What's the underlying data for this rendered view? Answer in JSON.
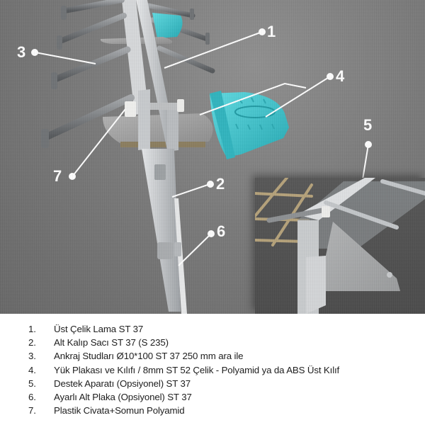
{
  "illustration": {
    "background_color": "#7a7a7a",
    "plastic_color": "#3cc8d0",
    "steel_color": "#c9cccf",
    "callouts": [
      {
        "number": "1",
        "target": "Üst Çelik Lama"
      },
      {
        "number": "2",
        "target": "Alt Kalıp Sacı"
      },
      {
        "number": "3",
        "target": "Ankraj Studları"
      },
      {
        "number": "4",
        "target": "Yük Plakası ve Kılıfı"
      },
      {
        "number": "5",
        "target": "Destek Aparatı"
      },
      {
        "number": "6",
        "target": "Ayarlı Alt Plaka"
      },
      {
        "number": "7",
        "target": "Plastik Civata+Somun"
      }
    ]
  },
  "legend": {
    "items": [
      {
        "num": "1.",
        "text": "Üst Çelik Lama ST 37"
      },
      {
        "num": "2.",
        "text": "Alt Kalıp Sacı ST 37 (S 235)"
      },
      {
        "num": "3.",
        "text": "Ankraj Studları Ø10*100 ST 37 250 mm ara ile"
      },
      {
        "num": "4.",
        "text": "Yük Plakası ve Kılıfı / 8mm ST 52 Çelik - Polyamid ya da ABS Üst Kılıf"
      },
      {
        "num": "5.",
        "text": "Destek Aparatı (Opsiyonel) ST 37"
      },
      {
        "num": "6.",
        "text": "Ayarlı Alt Plaka (Opsiyonel) ST 37"
      },
      {
        "num": "7.",
        "text": "Plastik Civata+Somun Polyamid"
      }
    ]
  }
}
